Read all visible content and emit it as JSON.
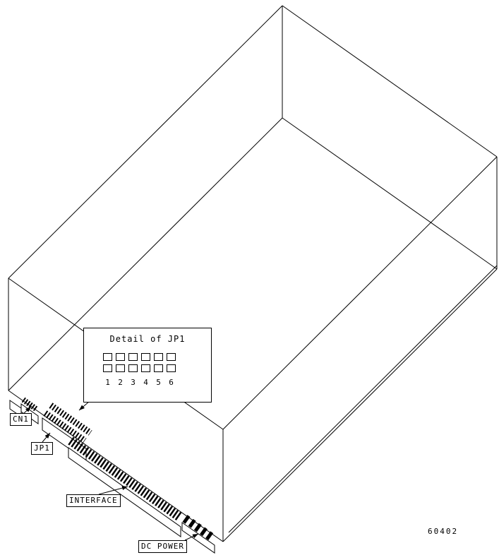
{
  "figure": {
    "id_number": "60402",
    "line_color": "#000000",
    "background_color": "#ffffff"
  },
  "callouts": {
    "cn1": {
      "label": "CN1"
    },
    "jp1": {
      "label": "JP1"
    },
    "interface": {
      "label": "INTERFACE"
    },
    "dc_power": {
      "label": "DC POWER"
    }
  },
  "detail": {
    "title": "Detail of JP1",
    "pin_rows": 2,
    "pin_columns": 6,
    "pin_numbers": [
      "1",
      "2",
      "3",
      "4",
      "5",
      "6"
    ]
  }
}
